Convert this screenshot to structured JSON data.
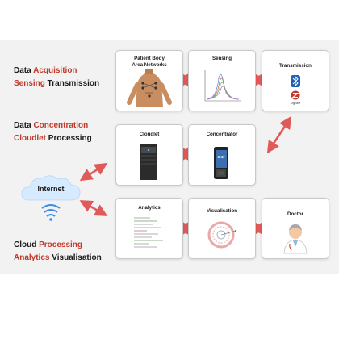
{
  "stages": {
    "acquisition": {
      "line1_a": "Data ",
      "line1_b": "Acquisition",
      "line2_a": "Sensing",
      "line2_b": " Transmission"
    },
    "concentration": {
      "line1_a": "Data ",
      "line1_b": "Concentration",
      "line2_a": "Cloudlet",
      "line2_b": " Processing"
    },
    "cloud": {
      "line1_a": "Cloud ",
      "line1_b": "Processing",
      "line2_a": "Analytics",
      "line2_b": " Visualisation"
    }
  },
  "boxes": {
    "patient": {
      "title_line1": "Patient Body",
      "title_line2": "Area Networks"
    },
    "sensing": {
      "title": "Sensing"
    },
    "transmission": {
      "title": "Transmission",
      "zigbee_label": "ZigBee"
    },
    "cloudlet": {
      "title": "Cloudlet"
    },
    "concentrator": {
      "title": "Concentrator",
      "phone_time": "3:47"
    },
    "analytics": {
      "title": "Analytics"
    },
    "visualisation": {
      "title": "Visualisation"
    },
    "doctor": {
      "title": "Doctor"
    }
  },
  "internet": {
    "label": "Internet"
  },
  "colors": {
    "accent": "#c0392b",
    "arrow": "#e05a5a",
    "cloud": "#d6ebff",
    "wifi": "#3a8ee6"
  },
  "icons": {
    "bluetooth": "bluetooth-icon",
    "zigbee": "zigbee-icon",
    "wifi": "wifi-icon",
    "cloud": "cloud-icon"
  }
}
